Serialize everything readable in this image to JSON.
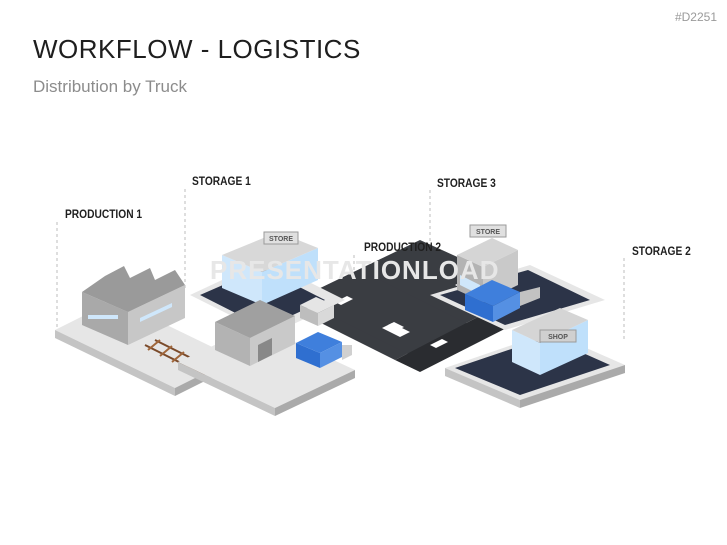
{
  "slide_id": "#D2251",
  "title": "WORKFLOW - LOGISTICS",
  "subtitle": "Distribution by Truck",
  "watermark": "PRESENTATIONLOAD",
  "locations": {
    "production1": "PRODUCTION 1",
    "storage1": "STORAGE 1",
    "production2": "PRODUCTION 2",
    "storage3": "STORAGE 3",
    "storage2": "STORAGE 2"
  },
  "signs": {
    "store_left": "STORE",
    "store_right": "STORE",
    "shop": "SHOP"
  },
  "colors": {
    "truck_blue": "#2f6fd0",
    "road": "#3a3d42",
    "platform": "#e3e3e3",
    "building": "#b9b9b9",
    "glass": "#cfe7fb"
  }
}
